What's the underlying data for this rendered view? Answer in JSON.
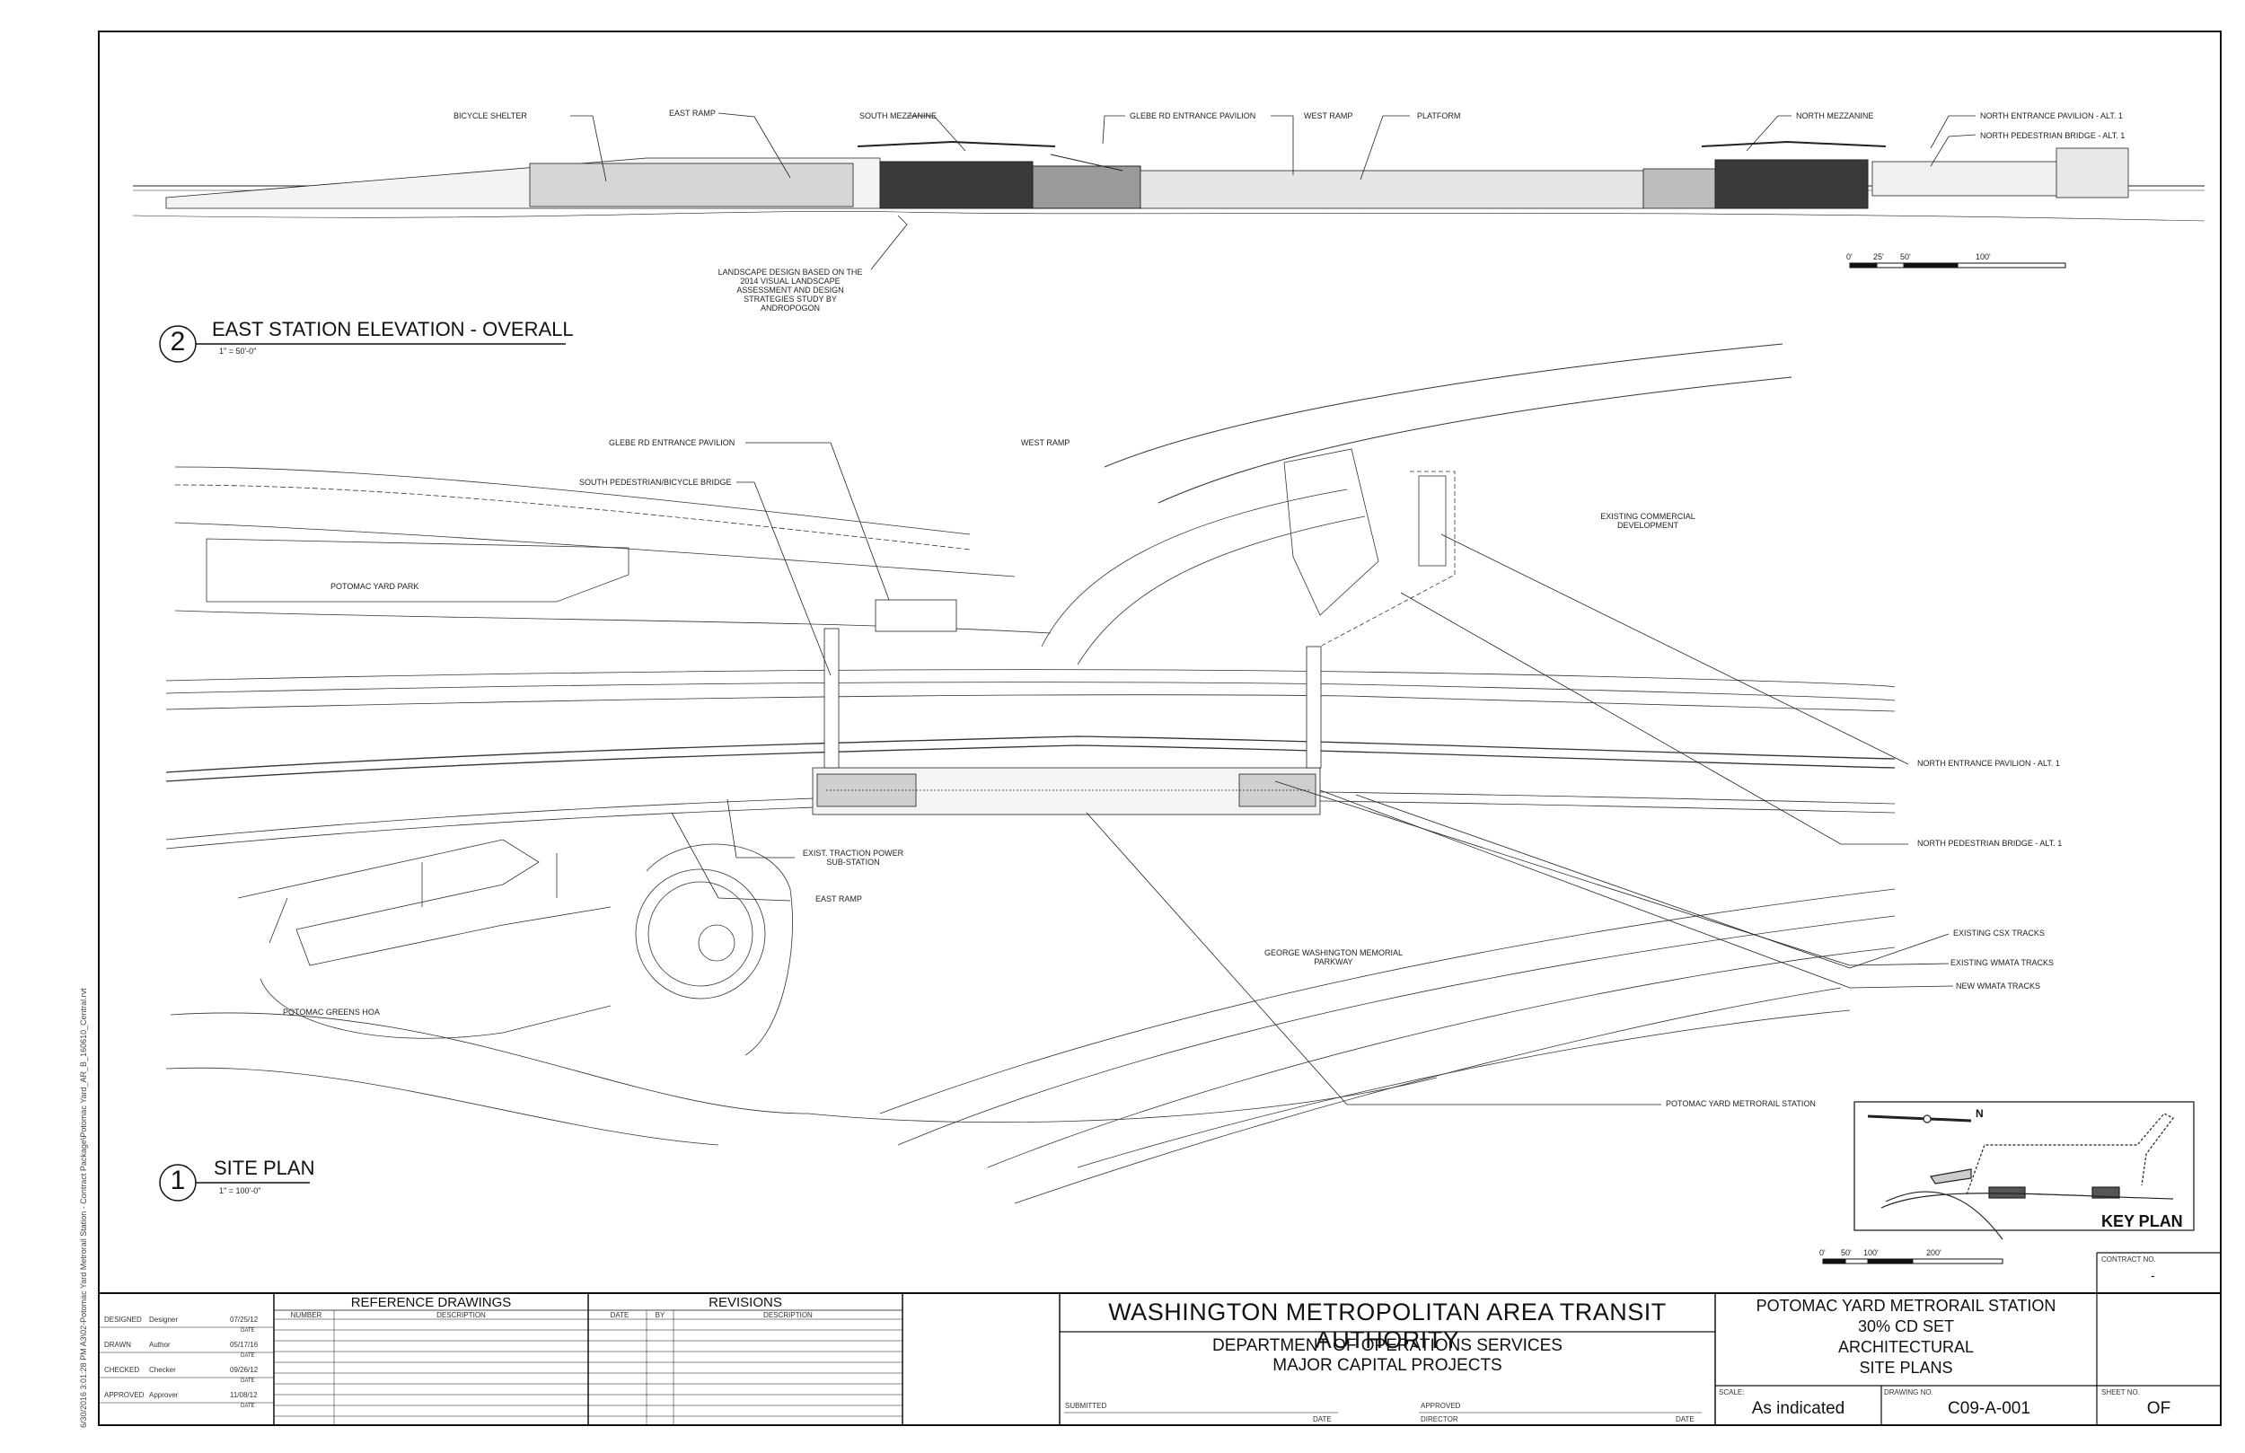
{
  "side_note": "6/30/2016 3:01:28 PM    A3\\02-Potomac Yard Metrorail Station - Contract Package\\Potomac Yard_AR_B_160610_Central.rvt",
  "elevation": {
    "number": "2",
    "title": "EAST STATION ELEVATION - OVERALL",
    "scale": "1\" = 50'-0\"",
    "labels": {
      "bicycle_shelter": "BICYCLE SHELTER",
      "east_ramp": "EAST RAMP",
      "south_mezzanine": "SOUTH MEZZANINE",
      "glebe_pavilion": "GLEBE RD ENTRANCE PAVILION",
      "west_ramp": "WEST RAMP",
      "platform": "PLATFORM",
      "north_mezzanine": "NORTH MEZZANINE",
      "north_pavilion": "NORTH ENTRANCE PAVILION - ALT. 1",
      "north_bridge": "NORTH PEDESTRIAN BRIDGE - ALT. 1",
      "landscape_note": [
        "LANDSCAPE DESIGN BASED ON THE",
        "2014 VISUAL LANDSCAPE",
        "ASSESSMENT AND DESIGN",
        "STRATEGIES STUDY BY",
        "ANDROPOGON"
      ]
    },
    "scalebar": [
      "0'",
      "25'",
      "50'",
      "100'"
    ]
  },
  "siteplan": {
    "number": "1",
    "title": "SITE PLAN",
    "scale": "1\" = 100'-0\"",
    "labels": {
      "glebe_pavilion": "GLEBE RD ENTRANCE PAVILION",
      "west_ramp": "WEST RAMP",
      "south_bridge": "SOUTH PEDESTRIAN/BICYCLE BRIDGE",
      "commercial": [
        "EXISTING COMMERCIAL",
        "DEVELOPMENT"
      ],
      "park": "POTOMAC YARD PARK",
      "north_pavilion": "NORTH ENTRANCE PAVILION - ALT. 1",
      "north_bridge": "NORTH PEDESTRIAN BRIDGE - ALT. 1",
      "traction": [
        "EXIST. TRACTION POWER",
        "SUB-STATION"
      ],
      "east_ramp": "EAST RAMP",
      "csx": "EXISTING CSX TRACKS",
      "wmata_existing": "EXISTING WMATA TRACKS",
      "wmata_new": "NEW WMATA TRACKS",
      "parkway": [
        "GEORGE WASHINGTON MEMORIAL",
        "PARKWAY"
      ],
      "greens": "POTOMAC GREENS HOA",
      "station": "POTOMAC YARD METRORAIL STATION"
    },
    "scalebar": [
      "0'",
      "50'",
      "100'",
      "200'"
    ]
  },
  "keyplan": {
    "title": "KEY PLAN",
    "north": "N"
  },
  "titleblock": {
    "roles": [
      {
        "role": "DESIGNED",
        "name": "Designer",
        "date": "07/25/12",
        "date_label": "DATE"
      },
      {
        "role": "DRAWN",
        "name": "Author",
        "date": "05/17/16",
        "date_label": "DATE"
      },
      {
        "role": "CHECKED",
        "name": "Checker",
        "date": "09/26/12",
        "date_label": "DATE"
      },
      {
        "role": "APPROVED",
        "name": "Approver",
        "date": "11/08/12",
        "date_label": "DATE"
      }
    ],
    "reference_header": "REFERENCE DRAWINGS",
    "ref_cols": [
      "NUMBER",
      "DESCRIPTION"
    ],
    "revisions_header": "REVISIONS",
    "rev_cols": [
      "DATE",
      "BY",
      "DESCRIPTION"
    ],
    "authority": "WASHINGTON METROPOLITAN AREA TRANSIT AUTHORITY",
    "dept1": "DEPARTMENT OF OPERATIONS SERVICES",
    "dept2": "MAJOR CAPITAL PROJECTS",
    "submitted": "SUBMITTED",
    "date1": "DATE",
    "approved": "APPROVED",
    "director": "DIRECTOR",
    "date2": "DATE",
    "project": [
      "POTOMAC YARD METRORAIL STATION",
      "30% CD SET",
      "ARCHITECTURAL",
      "SITE PLANS"
    ],
    "contract_label": "CONTRACT NO.",
    "contract_value": "-",
    "scale_label": "SCALE:",
    "scale_value": "As indicated",
    "drawing_label": "DRAWING NO.",
    "drawing_value": "C09-A-001",
    "sheet_label": "SHEET NO.",
    "sheet_value": "OF"
  }
}
